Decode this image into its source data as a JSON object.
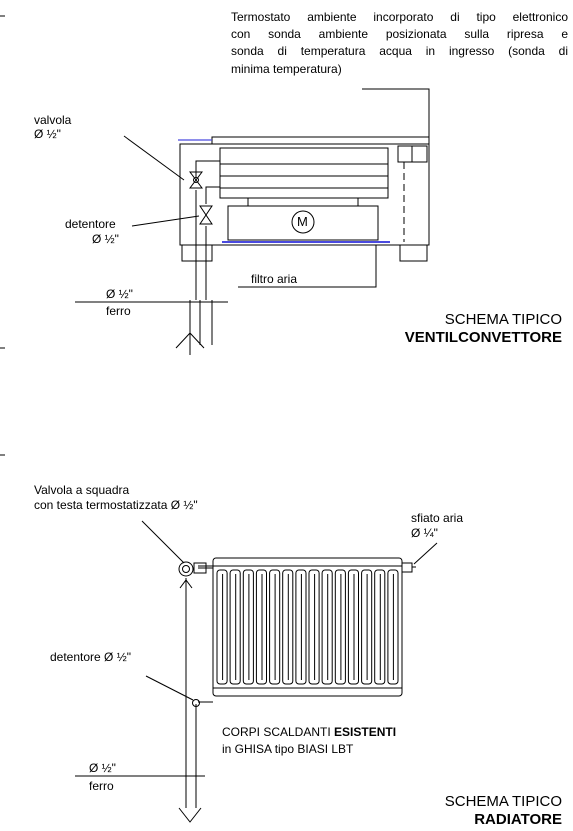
{
  "fancoil": {
    "thermostat_lines": [
      "Termostato ambiente incorporato di tipo elettronico",
      "con sonda    ambiente posizionata sulla ripresa e",
      "sonda di temperatura acqua in ingresso (sonda di",
      "minima temperatura)"
    ],
    "valve_label": "valvola",
    "valve_size": "Ø ½\"",
    "lockshield_label": "detentore",
    "lockshield_size": "Ø ½\"",
    "motor_label": "M",
    "filter_label": "filtro aria",
    "pipe_size": "Ø ½\"",
    "pipe_material": "ferro",
    "schema_label": "SCHEMA TIPICO",
    "schema_title": "VENTILCONVETTORE"
  },
  "radiator": {
    "valve_line1": "Valvola a squadra",
    "valve_line2": "con testa termostatizzata Ø ½\"",
    "vent_label": "sfiato aria",
    "vent_size": "Ø ¼\"",
    "lockshield_label": "detentore Ø ½\"",
    "bodies_prefix": "CORPI SCALDANTI ",
    "bodies_emph": "ESISTENTI",
    "bodies_line2": "in GHISA tipo BIASI LBT",
    "pipe_size": "Ø ½\"",
    "pipe_material": "ferro",
    "schema_label": "SCHEMA TIPICO",
    "schema_title": "RADIATORE"
  },
  "colors": {
    "ink": "#000000",
    "filter": "#4a4adf"
  }
}
